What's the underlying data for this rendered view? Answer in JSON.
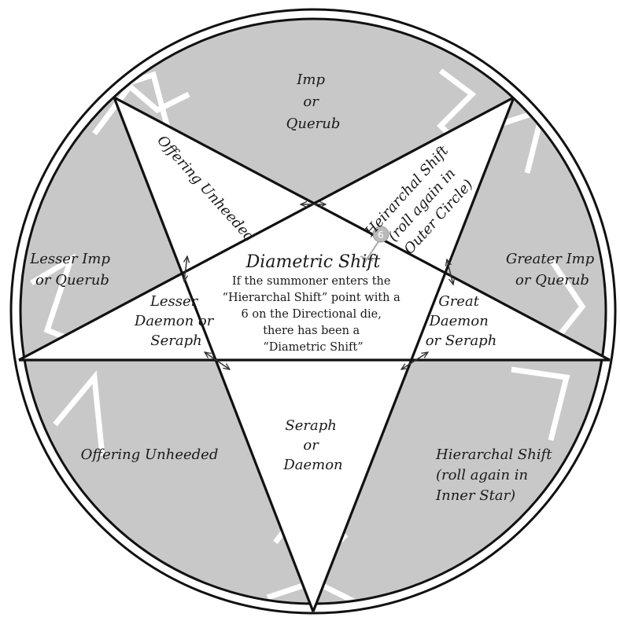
{
  "colors": {
    "outer_fill": "#c8c8c8",
    "star_fill": "#ffffff",
    "stroke": "#111111",
    "arrow": "#333333"
  },
  "regions": {
    "top": {
      "lines": [
        "Imp",
        "or",
        "Querub"
      ]
    },
    "left": {
      "lines": [
        "Lesser Imp",
        "or Querub"
      ]
    },
    "right": {
      "lines": [
        "Greater Imp",
        "or Querub"
      ]
    },
    "bottom_left": {
      "lines": [
        "Offering Unheeded"
      ]
    },
    "bottom_right": {
      "lines": [
        "Hierarchal Shift",
        "(roll again in",
        "Inner Star)"
      ]
    }
  },
  "star_points": {
    "top_left": {
      "lines": [
        "Offering Unheeded"
      ]
    },
    "top_right": {
      "lines": [
        "Heirarchal Shift",
        "(roll again in",
        "Outer Circle)"
      ]
    },
    "left": {
      "lines": [
        "Lesser",
        "Daemon or",
        "Seraph"
      ]
    },
    "right": {
      "lines": [
        "Great",
        "Daemon",
        "or Seraph"
      ]
    },
    "bottom": {
      "lines": [
        "Seraph",
        "or",
        "Daemon"
      ]
    }
  },
  "center": {
    "title": "Diametric Shift",
    "lines": [
      "If the summoner enters the",
      "“Hierarchal Shift” point with a",
      "6 on the Directional die,",
      "there has been a",
      "“Diametric Shift”"
    ]
  },
  "marker_label": "6",
  "icons": {
    "arrow": "double-arrow-icon",
    "marker": "venus-marker-icon"
  }
}
